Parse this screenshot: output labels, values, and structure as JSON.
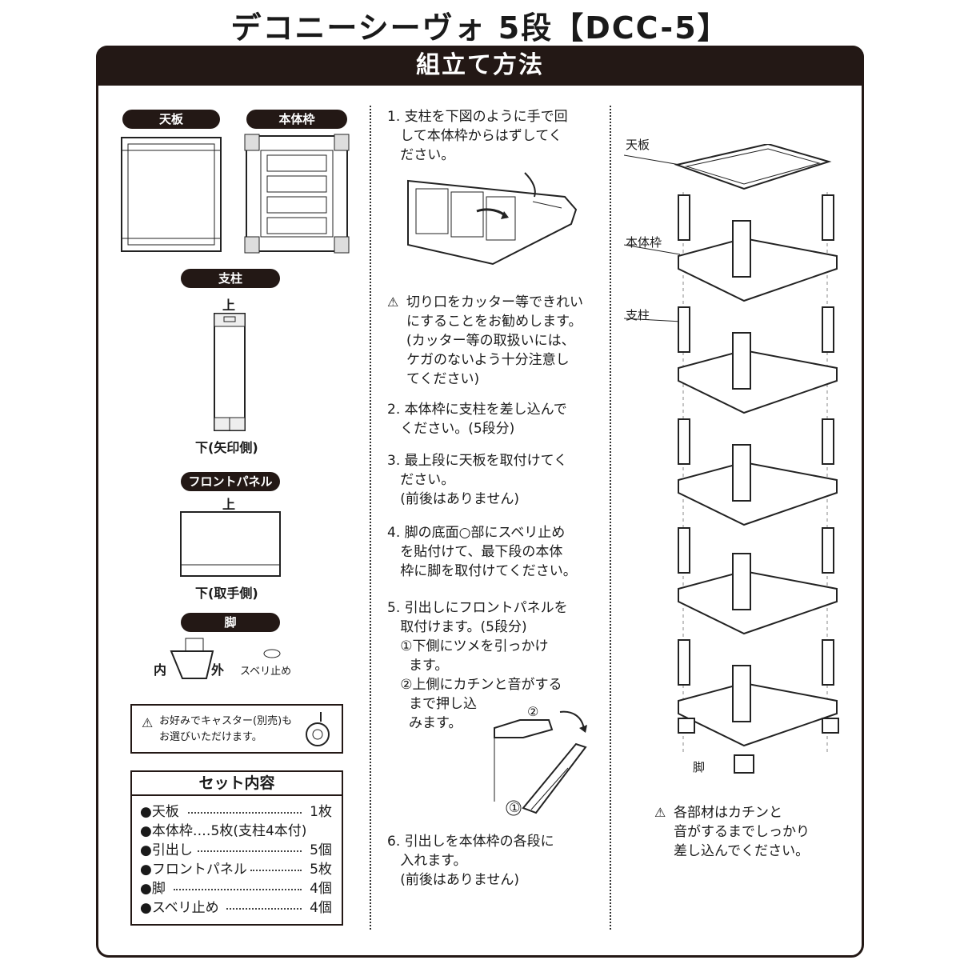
{
  "title": "デコニーシーヴォ 5段【DCC-5】",
  "header": "組立て方法",
  "parts": {
    "tenban": "天板",
    "hontaiwaku": "本体枠",
    "shichu": "支柱",
    "front_panel": "フロントパネル",
    "ashi": "脚",
    "top": "上",
    "bottom_arrow": "下(矢印側)",
    "bottom_handle": "下(取手側)",
    "inner": "内",
    "outer": "外",
    "suberi": "スベリ止め",
    "caster_note": "お好みでキャスター(別売)も\nお選びいただけます。"
  },
  "set": {
    "title": "セット内容",
    "items": [
      {
        "name": "●天板",
        "qty": "1枚"
      },
      {
        "name": "●本体枠‥‥5枚(支柱4本付)",
        "qty": ""
      },
      {
        "name": "●引出し",
        "qty": "5個"
      },
      {
        "name": "●フロントパネル",
        "qty": "5枚"
      },
      {
        "name": "●脚",
        "qty": "4個"
      },
      {
        "name": "●スベリ止め",
        "qty": "4個"
      }
    ]
  },
  "steps": {
    "s1": "1. 支柱を下図のように手で回\n   して本体枠からはずしてく\n   ださい。",
    "caution": "切り口をカッター等できれい\nにすることをお勧めします。\n(カッター等の取扱いには、\nケガのないよう十分注意し\nてください)",
    "s2": "2. 本体枠に支柱を差し込んで\n   ください。(5段分)",
    "s3": "3. 最上段に天板を取付けてく\n   ださい。\n   (前後はありません)",
    "s4": "4. 脚の底面○部にスベリ止め\n   を貼付けて、最下段の本体\n   枠に脚を取付けてください。",
    "s5": "5. 引出しにフロントパネルを\n   取付けます。(5段分)\n   ①下側にツメを引っかけ\n     ます。\n   ②上側にカチンと音がする\n     まで押し込\n     みます。",
    "s6": "6. 引出しを本体枠の各段に\n   入れます。\n   (前後はありません)",
    "mark1": "①",
    "mark2": "②"
  },
  "right": {
    "label_tenban": "天板",
    "label_hontaiwaku": "本体枠",
    "label_shichu": "支柱",
    "label_ashi": "脚",
    "final_note": "各部材はカチンと\n音がするまでしっかり\n差し込んでください。"
  }
}
